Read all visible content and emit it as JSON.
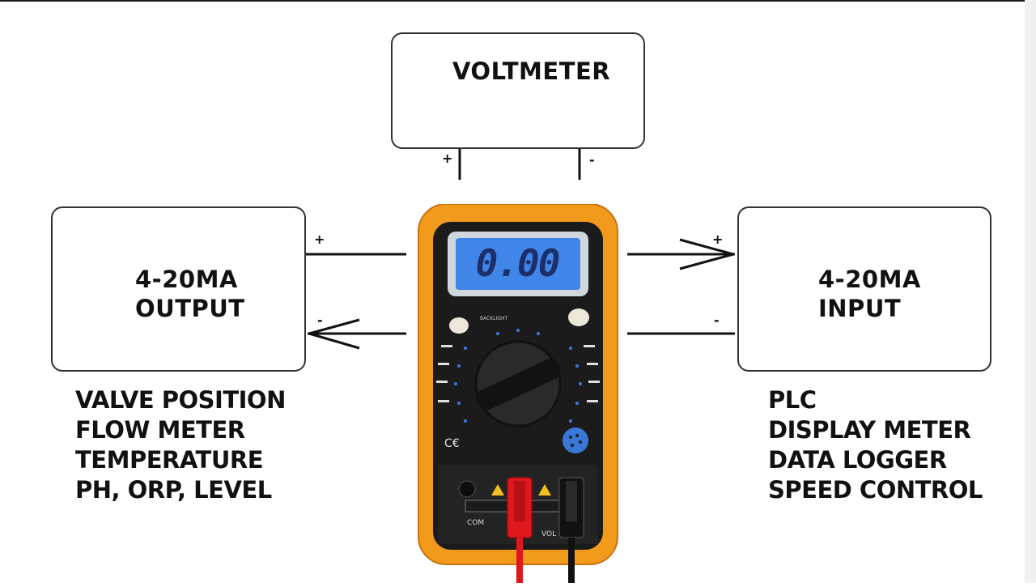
{
  "voltmeter": {
    "title": "VOLTMETER",
    "pos_label": "+",
    "neg_label": "-"
  },
  "output_device": {
    "title_line1": "4-20MA",
    "title_line2": "OUTPUT",
    "pos_label": "+",
    "neg_label": "-",
    "examples": [
      "VALVE POSITION",
      "FLOW METER",
      "TEMPERATURE",
      "PH, ORP, LEVEL"
    ]
  },
  "input_device": {
    "title_line1": "4-20MA",
    "title_line2": "INPUT",
    "pos_label": "+",
    "neg_label": "-",
    "examples": [
      "PLC",
      "DISPLAY METER",
      "DATA LOGGER",
      "SPEED CONTROL"
    ]
  },
  "multimeter": {
    "display_value": "0.00",
    "backlight_label": "BACKLIGHT",
    "com_label": "COM",
    "volt_label": "VOL",
    "colors": {
      "body": "#f29a1c",
      "display": "#3f86e8",
      "red_lead": "#e0181e",
      "black_lead": "#111111"
    }
  }
}
